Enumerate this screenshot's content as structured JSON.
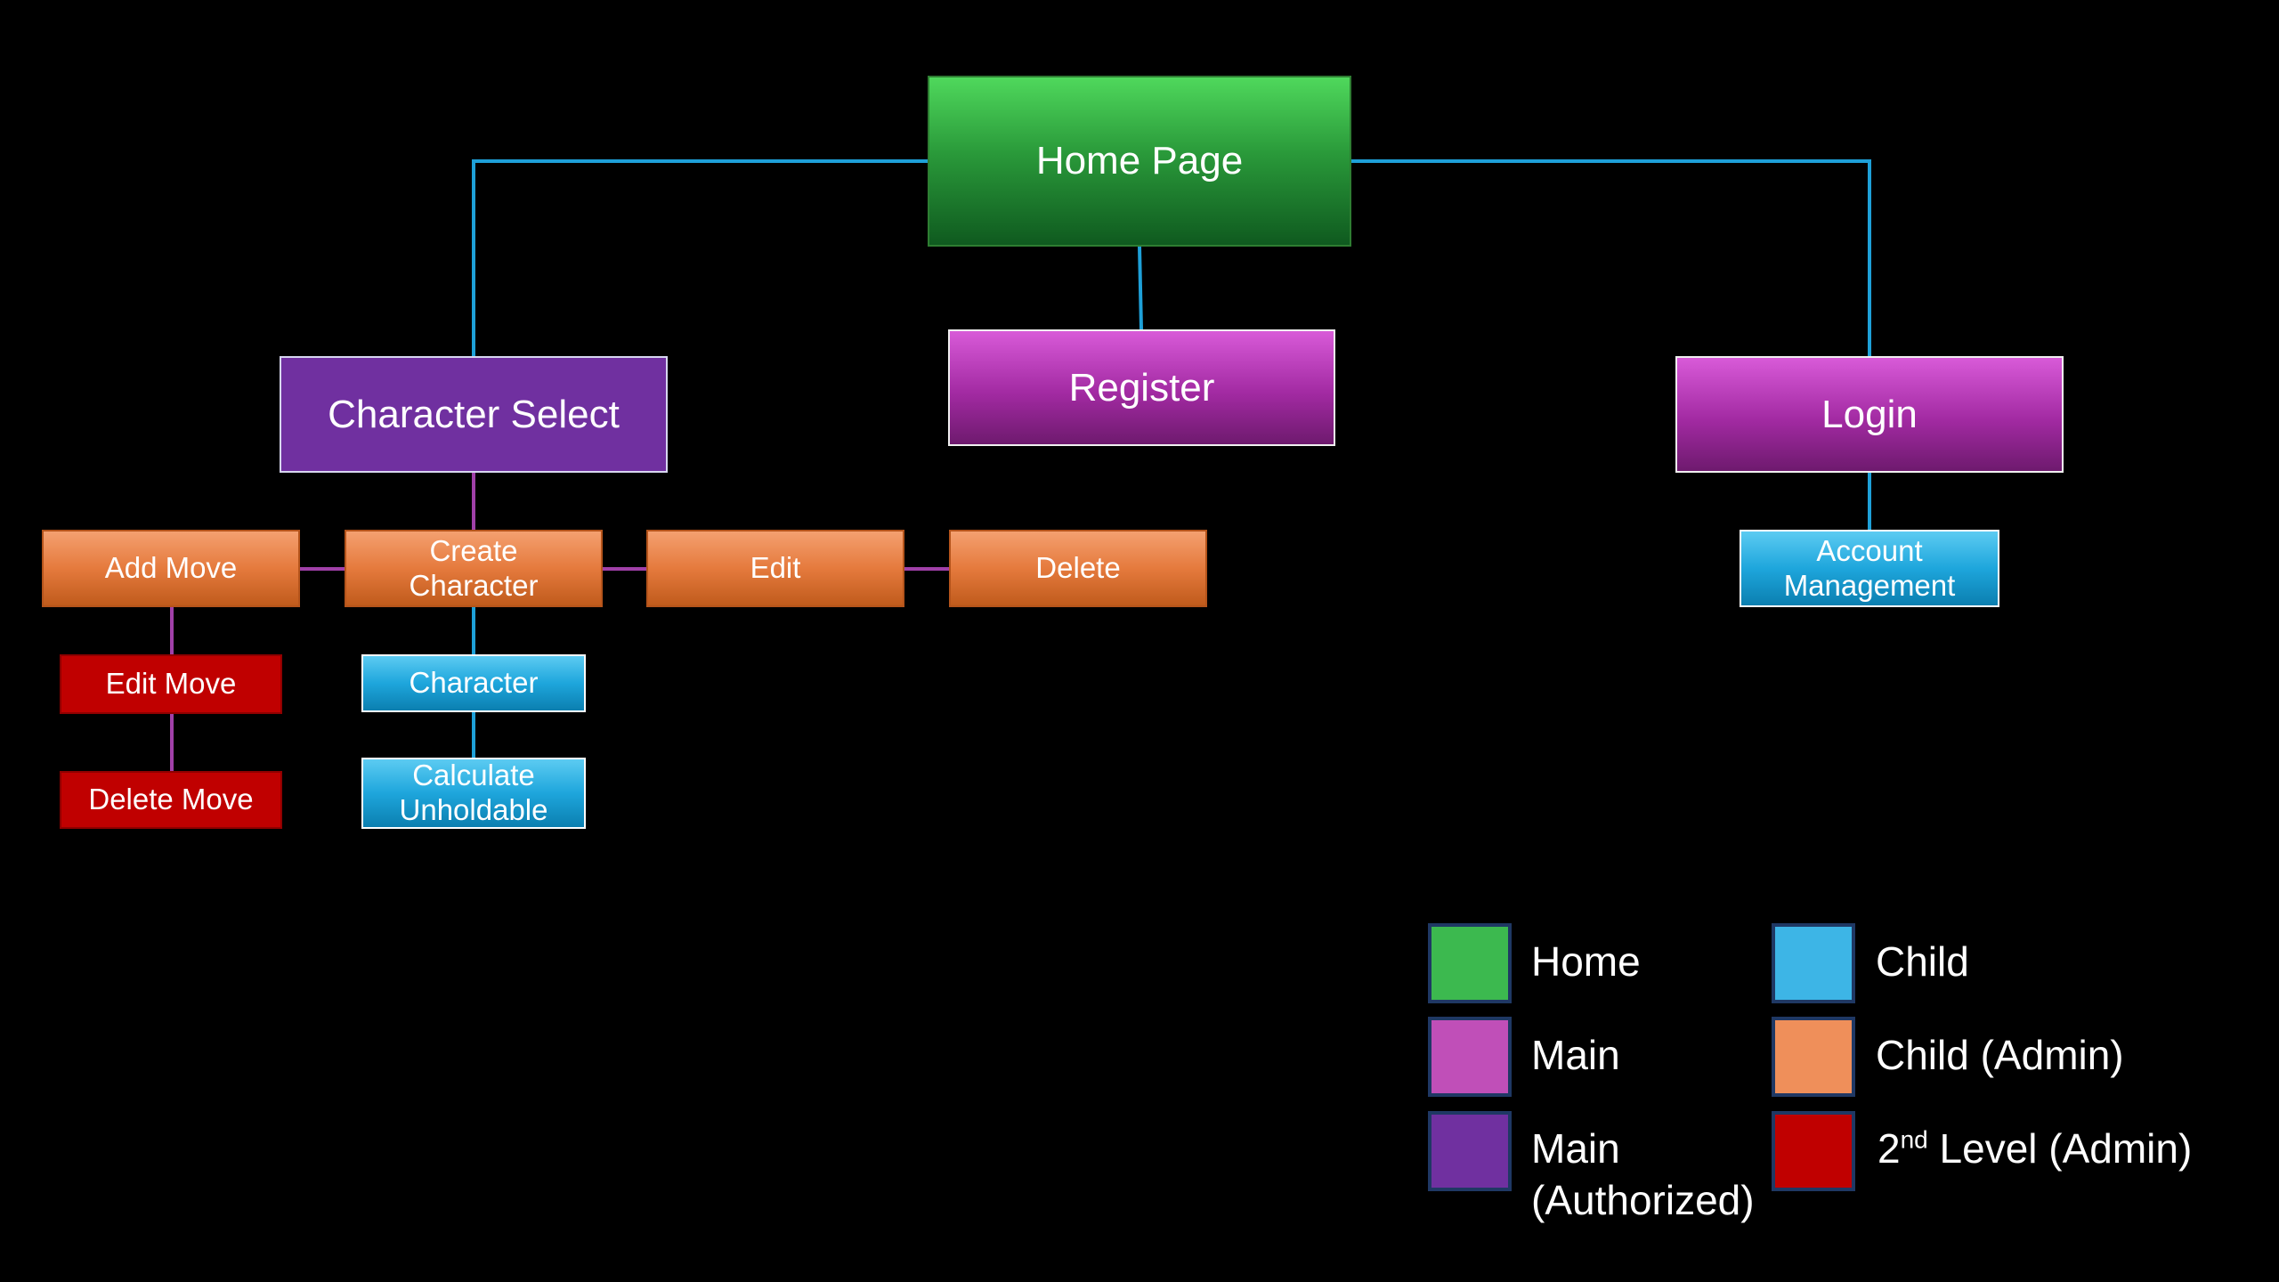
{
  "nodes": {
    "home": "Home Page",
    "character_select": "Character Select",
    "register": "Register",
    "login": "Login",
    "add_move": "Add Move",
    "create_character_1": "Create",
    "create_character_2": "Character",
    "edit": "Edit",
    "delete": "Delete",
    "account_management_1": "Account",
    "account_management_2": "Management",
    "edit_move": "Edit Move",
    "delete_move": "Delete Move",
    "character": "Character",
    "calculate_unholdable_1": "Calculate",
    "calculate_unholdable_2": "Unholdable"
  },
  "legend": {
    "home": "Home",
    "main": "Main",
    "main_authorized_1": "Main",
    "main_authorized_2": "(Authorized)",
    "child": "Child",
    "child_admin": "Child (Admin)",
    "second_level_num": "2",
    "second_level_sup": "nd",
    "second_level_rest": " Level (Admin)"
  },
  "colors": {
    "home": "#3cb94f",
    "main": "#c04fb8",
    "main_authorized": "#7030a0",
    "child": "#3db5e6",
    "child_admin": "#ef8f5a",
    "second_level_admin": "#c00000",
    "connector_blue": "#1ea0d8",
    "connector_purple": "#a040a8"
  }
}
